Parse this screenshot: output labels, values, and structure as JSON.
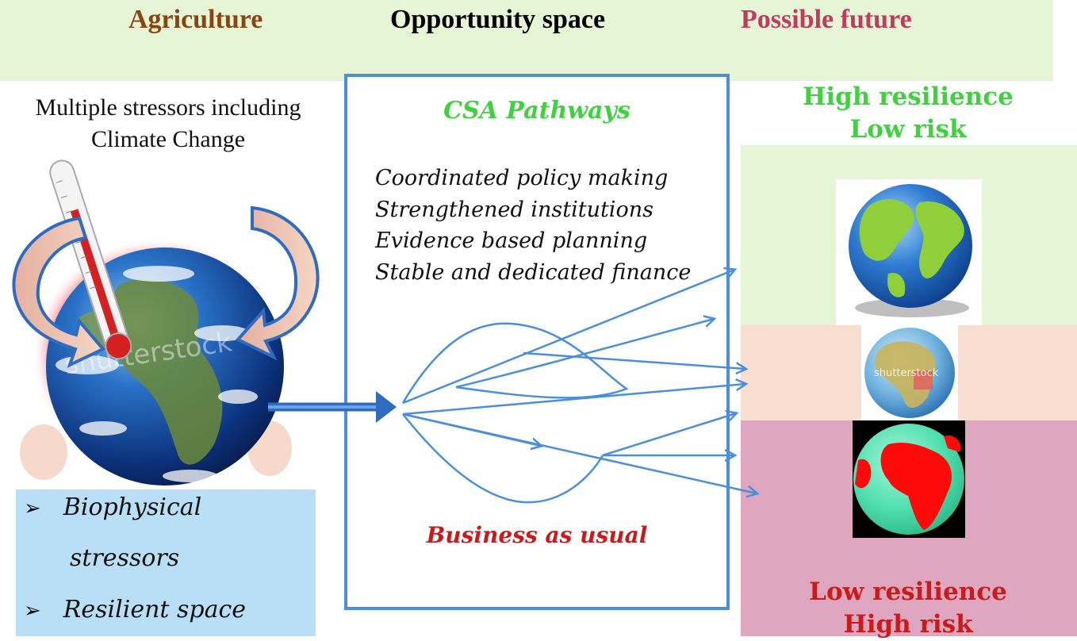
{
  "header": {
    "col1": "Agriculture",
    "col2": "Opportunity space",
    "col3": "Possible future",
    "colors": {
      "col1": "#8b4513",
      "col2": "#000000",
      "col3": "#c23b5a"
    }
  },
  "left": {
    "title_line1": "Multiple stressors including",
    "title_line2": "Climate Change",
    "watermark": "shutterstock",
    "bullets": [
      {
        "line1": "Biophysical",
        "line2": "stressors"
      },
      {
        "line1": "Resilient space"
      }
    ]
  },
  "center": {
    "title": "CSA Pathways",
    "items": [
      "Coordinated policy making",
      "Strengthened institutions",
      "Evidence based planning",
      "Stable and dedicated finance"
    ],
    "bottom_label": "Business as usual"
  },
  "right": {
    "top_line1": "High resilience",
    "top_line2": "Low risk",
    "bottom_line1": "Low resilience",
    "bottom_line2": "High risk",
    "middle_watermark": "shutterstock"
  },
  "colors": {
    "accent_blue": "#4a8fdc",
    "green_text": "#3ed23e",
    "red_text": "#cc1a1a"
  }
}
